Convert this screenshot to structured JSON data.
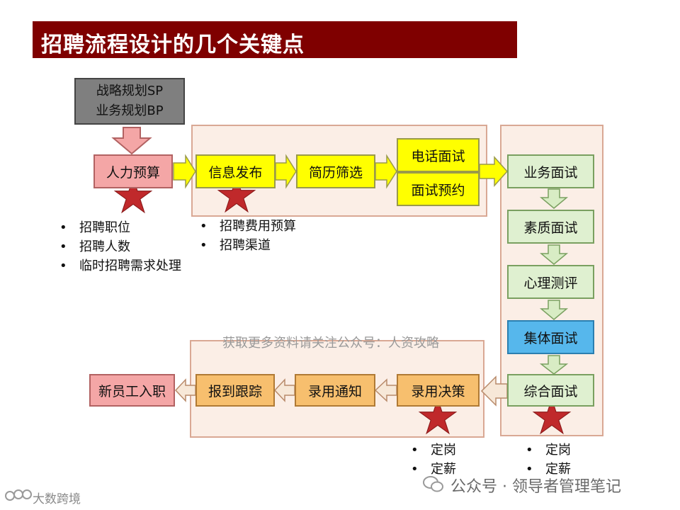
{
  "title": "招聘流程设计的几个关键点",
  "boxes": {
    "strategy_line1": "战略规划SP",
    "strategy_line2": "业务规划BP",
    "hr_budget": "人力预算",
    "info_publish": "信息发布",
    "resume_screen": "简历筛选",
    "phone_interview": "电话面试",
    "interview_booking": "面试预约",
    "business_interview": "业务面试",
    "quality_interview": "素质面试",
    "psych_test": "心理测评",
    "group_interview": "集体面试",
    "comprehensive_interview": "综合面试",
    "hiring_decision": "录用决策",
    "offer_notice": "录用通知",
    "onboarding_tracking": "报到跟踪",
    "new_employee": "新员工入职"
  },
  "notes": {
    "budget": [
      "招聘职位",
      "招聘人数",
      "临时招聘需求处理"
    ],
    "publish": [
      "招聘费用预算",
      "招聘渠道"
    ],
    "decision": [
      "定岗",
      "定薪"
    ],
    "comprehensive": [
      "定岗",
      "定薪"
    ]
  },
  "watermark": "获取更多资料请关注公众号：人资攻略",
  "footer": {
    "wechat": "公众号 · 领导者管理笔记",
    "logo": "大数跨境"
  },
  "colors": {
    "title_bg": "#7f0000",
    "star": "#c0292b",
    "arrow_yellow": "#ffff00",
    "arrow_green": "#d8ecc4",
    "arrow_pink": "#f4a6a6"
  }
}
